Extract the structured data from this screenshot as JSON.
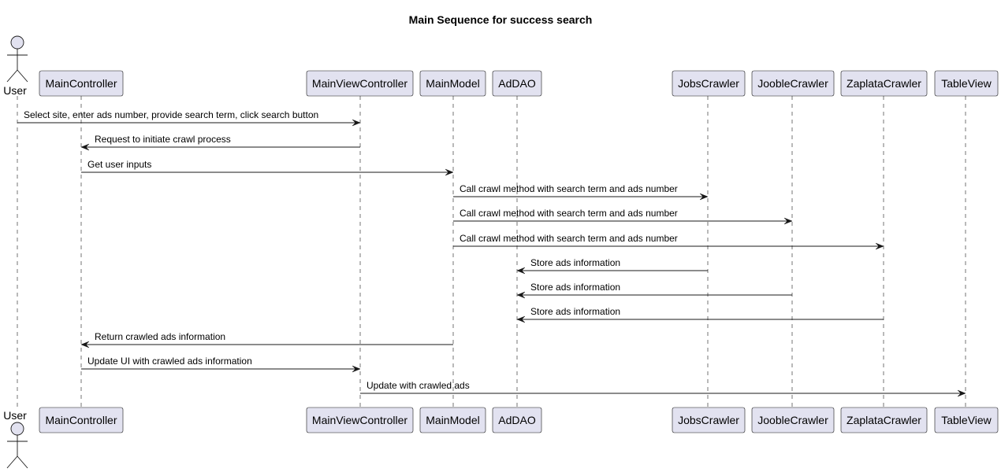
{
  "diagram": {
    "title": "Main Sequence for success search",
    "participants": [
      {
        "id": "user",
        "label": "User",
        "kind": "actor"
      },
      {
        "id": "main-controller",
        "label": "MainController",
        "kind": "participant"
      },
      {
        "id": "main-view-controller",
        "label": "MainViewController",
        "kind": "participant"
      },
      {
        "id": "main-model",
        "label": "MainModel",
        "kind": "participant"
      },
      {
        "id": "ad-dao",
        "label": "AdDAO",
        "kind": "participant"
      },
      {
        "id": "jobs-crawler",
        "label": "JobsCrawler",
        "kind": "participant"
      },
      {
        "id": "jooble-crawler",
        "label": "JoobleCrawler",
        "kind": "participant"
      },
      {
        "id": "zaplata-crawler",
        "label": "ZaplataCrawler",
        "kind": "participant"
      },
      {
        "id": "table-view",
        "label": "TableView",
        "kind": "participant"
      }
    ],
    "messages": [
      {
        "from": "user",
        "to": "main-view-controller",
        "label": "Select site, enter ads number, provide search term, click search button"
      },
      {
        "from": "main-view-controller",
        "to": "main-controller",
        "label": "Request to initiate crawl process"
      },
      {
        "from": "main-controller",
        "to": "main-model",
        "label": "Get user inputs"
      },
      {
        "from": "main-model",
        "to": "jobs-crawler",
        "label": "Call crawl method with search term and ads number"
      },
      {
        "from": "main-model",
        "to": "jooble-crawler",
        "label": "Call crawl method with search term and ads number"
      },
      {
        "from": "main-model",
        "to": "zaplata-crawler",
        "label": "Call crawl method with search term and ads number"
      },
      {
        "from": "jobs-crawler",
        "to": "ad-dao",
        "label": "Store ads information"
      },
      {
        "from": "jooble-crawler",
        "to": "ad-dao",
        "label": "Store ads information"
      },
      {
        "from": "zaplata-crawler",
        "to": "ad-dao",
        "label": "Store ads information"
      },
      {
        "from": "main-model",
        "to": "main-controller",
        "label": "Return crawled ads information"
      },
      {
        "from": "main-controller",
        "to": "main-view-controller",
        "label": "Update UI with crawled ads information"
      },
      {
        "from": "main-view-controller",
        "to": "table-view",
        "label": "Update with crawled ads"
      }
    ]
  }
}
